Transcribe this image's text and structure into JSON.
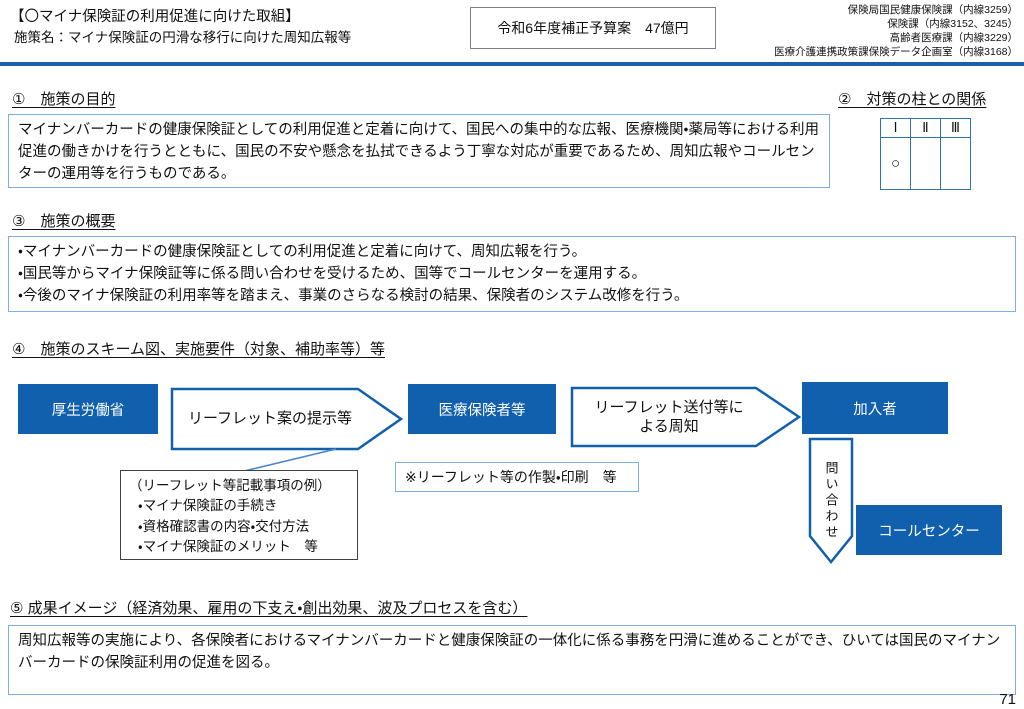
{
  "header": {
    "title_line1": "【〇マイナ保険証の利用促進に向けた取組】",
    "title_line2": "施策名：マイナ保険証の円滑な移行に向けた周知広報等",
    "budget_label": "令和6年度補正予算案　47億円",
    "contacts": [
      "保険局国民健康保険課（内線3259）",
      "保険課（内線3152、3245）",
      "高齢者医療課（内線3229）",
      "医療介護連携政策課保険データ企画室（内線3168）"
    ]
  },
  "section1": {
    "heading": "①　施策の目的",
    "body": "マイナンバーカードの健康保険証としての利用促進と定着に向けて、国民への集中的な広報、医療機関・薬局等における利用促進の働きかけを行うとともに、国民の不安や懸念を払拭できるよう丁寧な対応が重要であるため、周知広報やコールセンターの運用等を行うものである。"
  },
  "section2": {
    "heading": "②　対策の柱との関係",
    "table": {
      "headers": [
        "Ⅰ",
        "Ⅱ",
        "Ⅲ"
      ],
      "values": [
        "○",
        "",
        ""
      ]
    }
  },
  "section3": {
    "heading": "③　施策の概要",
    "bullets": [
      "・マイナンバーカードの健康保険証としての利用促進と定着に向けて、周知広報を行う。",
      "・国民等からマイナ保険証等に係る問い合わせを受けるため、国等でコールセンターを運用する。",
      "・今後のマイナ保険証の利用率等を踏まえ、事業のさらなる検討の結果、保険者のシステム改修を行う。"
    ]
  },
  "section4": {
    "heading": "④　施策のスキーム図、実施要件（対象、補助率等）等",
    "flow": {
      "node_mhlw": "厚生労働省",
      "arrow1_label": "リーフレット案の提示等",
      "node_insurers": "医療保険者等",
      "arrow2_line1": "リーフレット送付等に",
      "arrow2_line2": "よる周知",
      "node_members": "加入者",
      "down_arrow_label": "問い合わせ",
      "node_callcenter": "コールセンター",
      "example_box": {
        "title": "（リーフレット等記載事項の例）",
        "items": [
          "・マイナ保険証の手続き",
          "・資格確認書の内容・交付方法",
          "・マイナ保険証のメリット　等"
        ]
      },
      "note_box": "※リーフレット等の作製・印刷　等"
    }
  },
  "section5": {
    "heading": "⑤ 成果イメージ（経済効果、雇用の下支え・創出効果、波及プロセスを含む）",
    "body": "周知広報等の実施により、各保険者におけるマイナンバーカードと健康保険証の一体化に係る事務を円滑に進めることができ、ひいては国民のマイナンバーカードの保険証利用の促進を図る。"
  },
  "page": {
    "number": "71"
  },
  "colors": {
    "accent_blue": "#1060ae",
    "divider_blue": "#1b5cab",
    "light_border": "#7fafdc",
    "table_border": "#2e75b6"
  }
}
